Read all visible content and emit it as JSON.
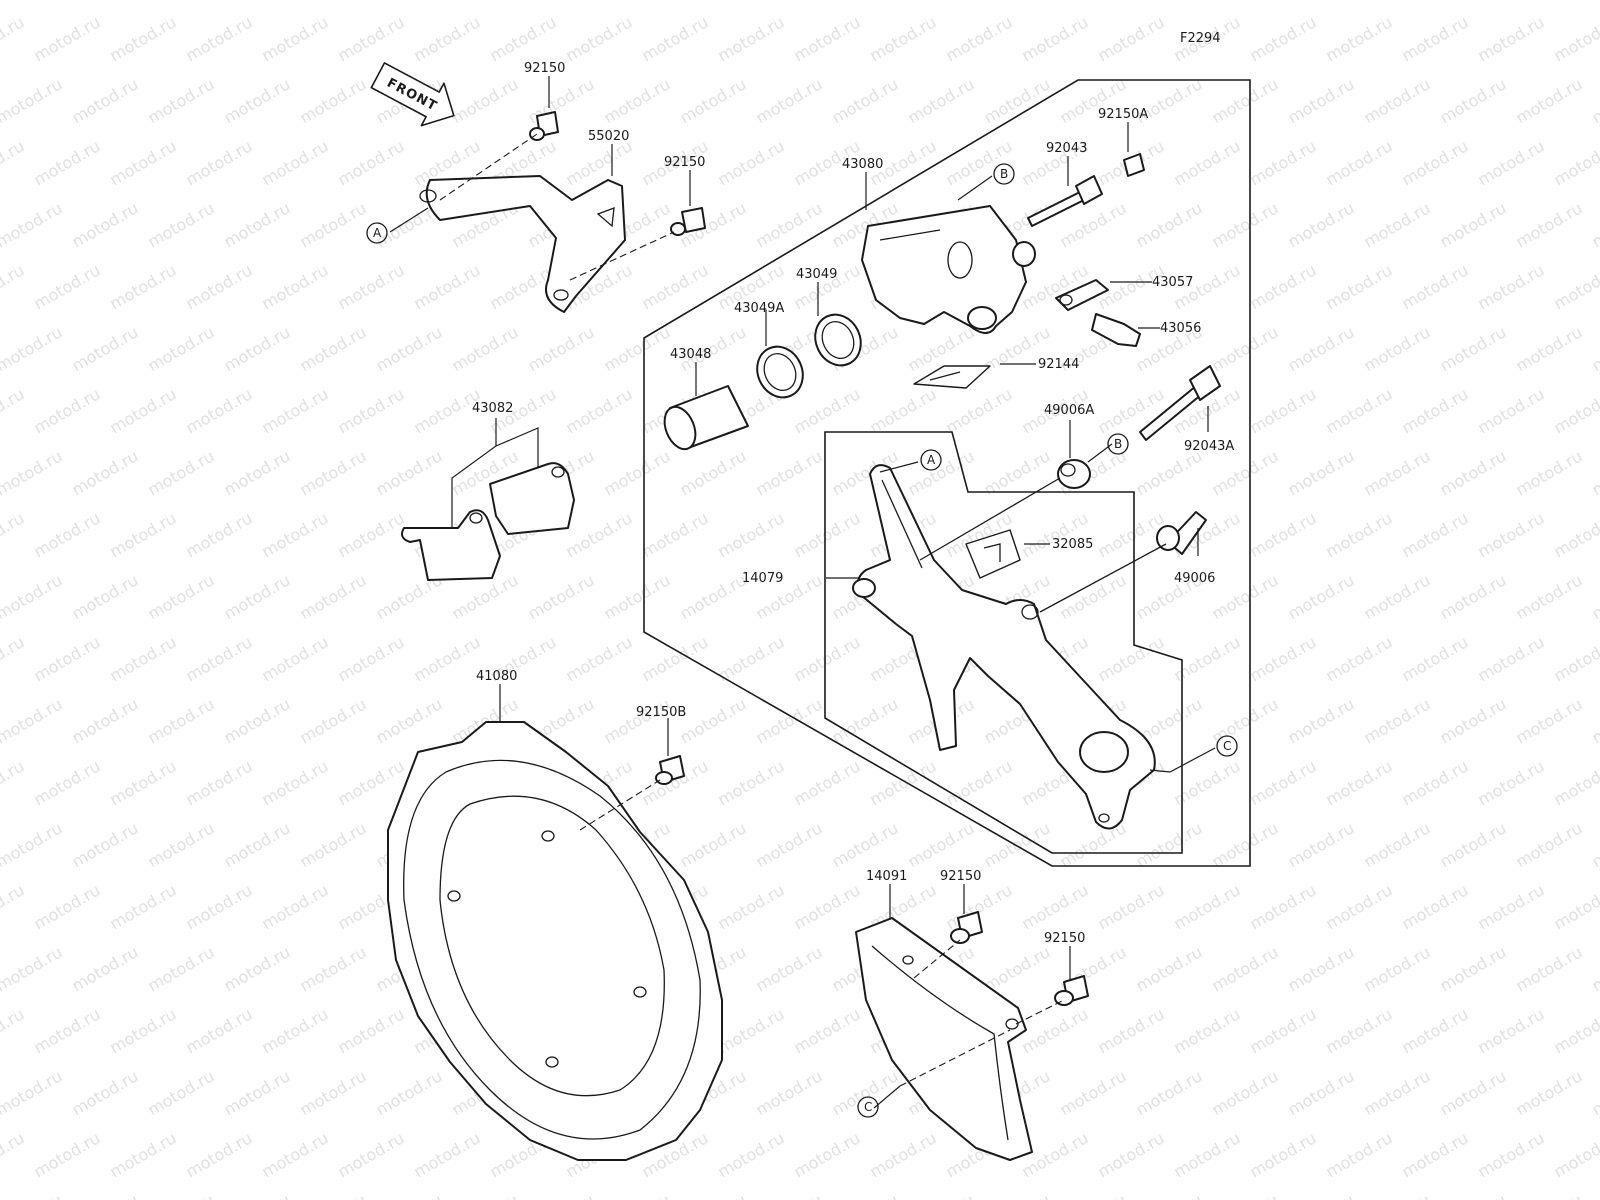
{
  "figure_id": "F2294",
  "front_label": "FRONT",
  "watermark": "motod.ru",
  "labels": {
    "p92150_a": "92150",
    "p55020": "55020",
    "p92150_b": "92150",
    "p43080": "43080",
    "p92043": "92043",
    "p92150A": "92150A",
    "p43057": "43057",
    "p43049": "43049",
    "p43049A": "43049A",
    "p43056": "43056",
    "p43048": "43048",
    "p92144": "92144",
    "p43082": "43082",
    "p49006A": "49006A",
    "p92043A": "92043A",
    "p32085": "32085",
    "p14079": "14079",
    "p49006": "49006",
    "p41080": "41080",
    "p92150B": "92150B",
    "p14091": "14091",
    "p92150_c": "92150",
    "p92150_d": "92150"
  },
  "refs": {
    "A": "A",
    "B": "B",
    "C": "C"
  },
  "colors": {
    "line": "#1a1a1a",
    "background": "#ffffff",
    "watermark": "#c8c8c8"
  }
}
